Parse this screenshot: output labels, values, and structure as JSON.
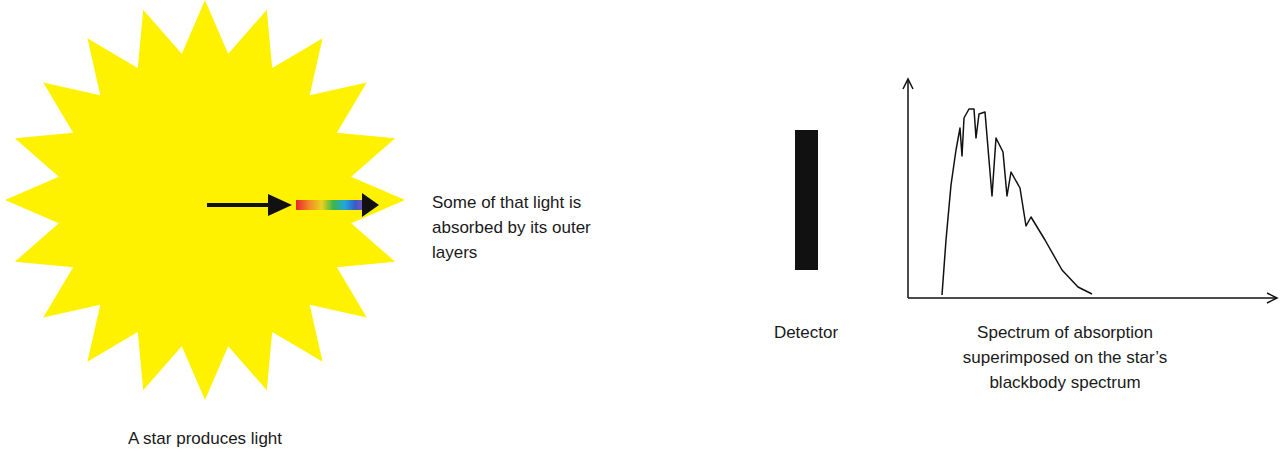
{
  "diagram": {
    "labels": [
      "A star produces light",
      "Some of that light is absorbed by its outer layers",
      "Detector",
      "Spectrum of absorption superimposed on the star’s blackbody spectrum"
    ]
  }
}
